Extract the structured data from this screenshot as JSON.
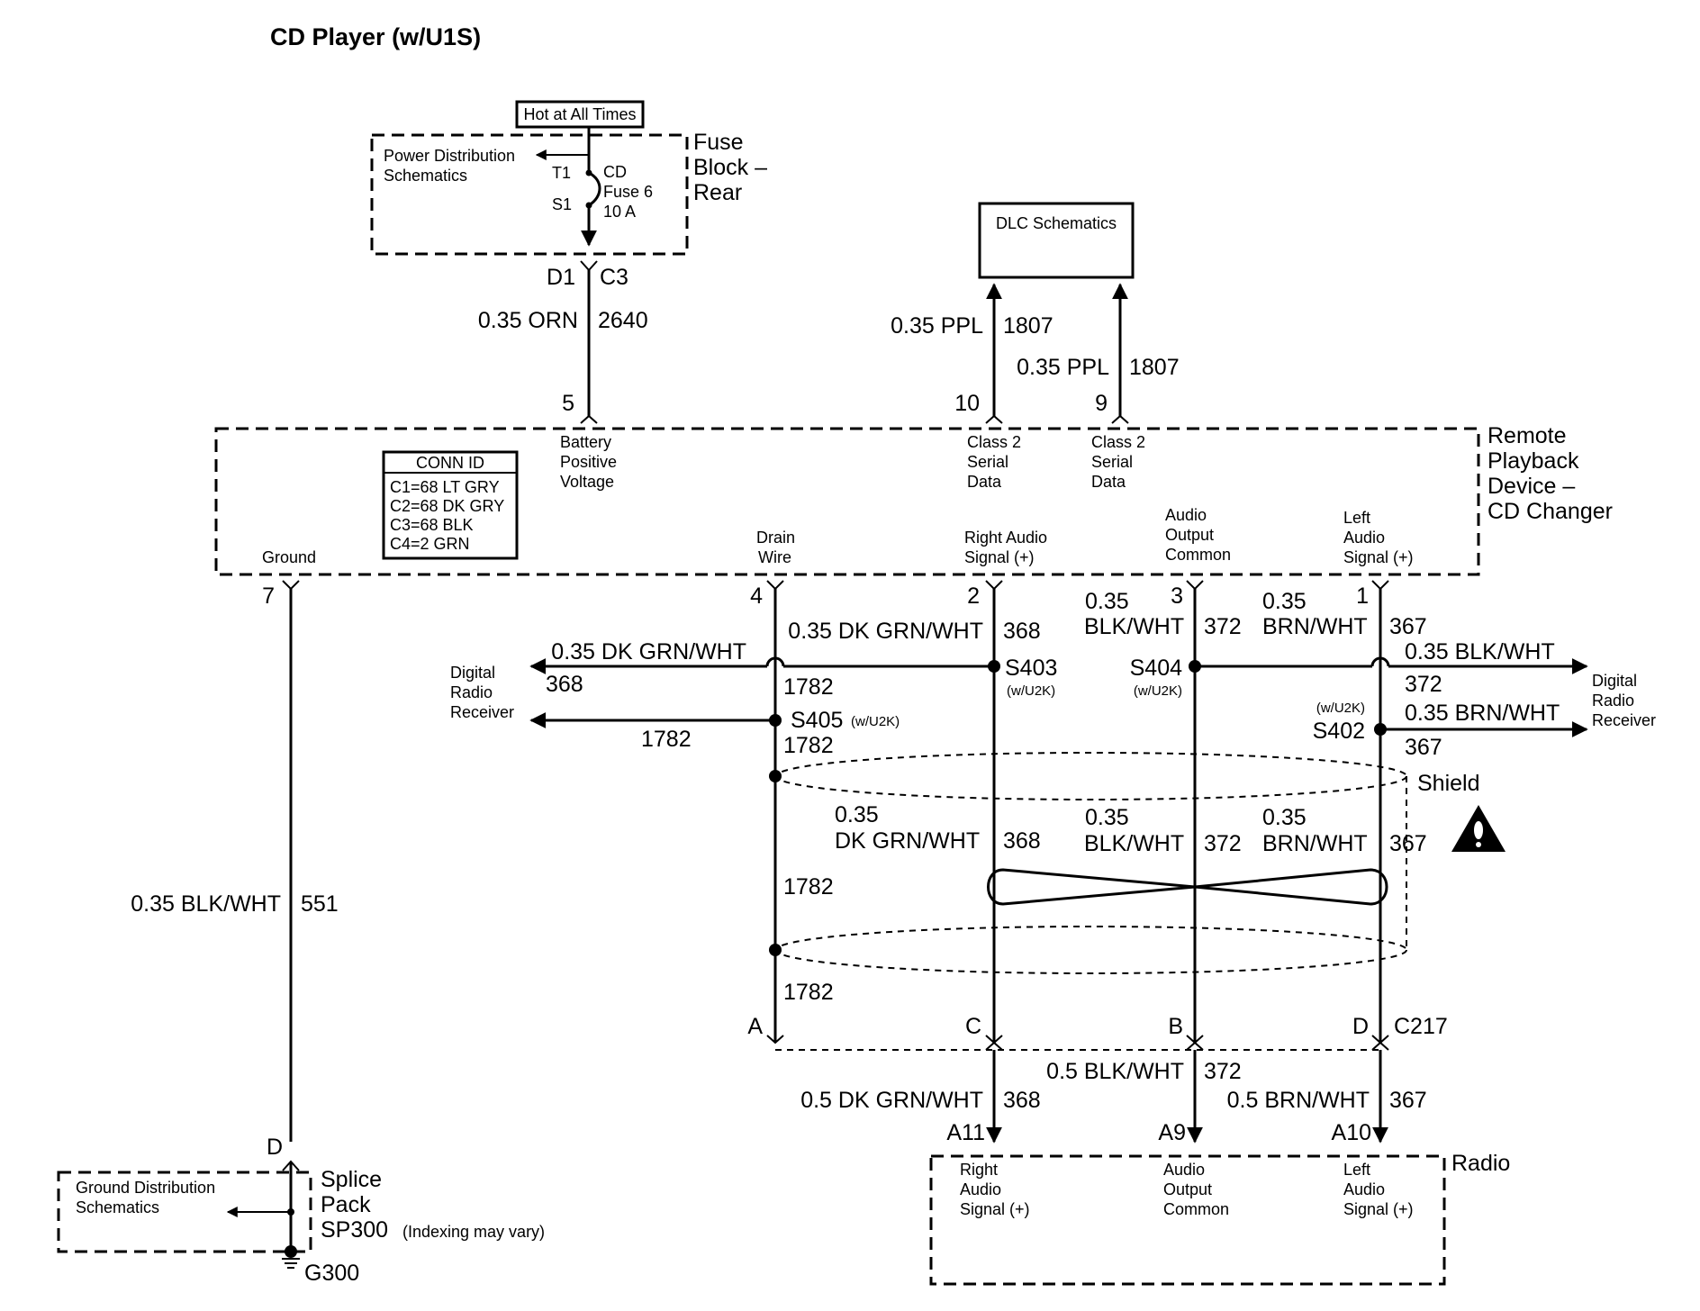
{
  "title": "CD Player (w/U1S)",
  "fuse_block": {
    "hot_label": "Hot at All Times",
    "name_lines": [
      "Fuse",
      "Block –",
      "Rear"
    ],
    "power_dist_lines": [
      "Power Distribution",
      "Schematics"
    ],
    "t1": "T1",
    "s1": "S1",
    "fuse_lines": [
      "CD",
      "Fuse 6",
      "10 A"
    ],
    "d1": "D1",
    "c3": "C3"
  },
  "battery_wire": {
    "gauge_color": "0.35 ORN",
    "circuit": "2640"
  },
  "dlc": {
    "label": "DLC Schematics",
    "wire_10": {
      "gauge_color": "0.35 PPL",
      "circuit": "1807"
    },
    "wire_9": {
      "gauge_color": "0.35 PPL",
      "circuit": "1807"
    }
  },
  "device": {
    "name_lines": [
      "Remote",
      "Playback",
      "Device –",
      "CD Changer"
    ],
    "conn_id": {
      "header": "CONN ID",
      "rows": [
        "C1=68 LT GRY",
        "C2=68 DK GRY",
        "C3=68 BLK",
        "C4=2 GRN"
      ]
    },
    "pins": {
      "p5": {
        "num": "5",
        "label_lines": [
          "Battery",
          "Positive",
          "Voltage"
        ]
      },
      "p10": {
        "num": "10",
        "label_lines": [
          "Class 2",
          "Serial",
          "Data"
        ]
      },
      "p9": {
        "num": "9",
        "label_lines": [
          "Class 2",
          "Serial",
          "Data"
        ]
      },
      "p7": {
        "num": "7",
        "label_lines": [
          "Ground"
        ]
      },
      "p4": {
        "num": "4",
        "label_lines": [
          "Drain",
          "Wire"
        ]
      },
      "p2": {
        "num": "2",
        "label_lines": [
          "Right Audio",
          "Signal (+)"
        ]
      },
      "p3": {
        "num": "3",
        "label_lines": [
          "Audio",
          "Output",
          "Common"
        ]
      },
      "p1": {
        "num": "1",
        "label_lines": [
          "Left",
          "Audio",
          "Signal (+)"
        ]
      }
    }
  },
  "ground_wire": {
    "gauge_color": "0.35 BLK/WHT",
    "circuit": "551"
  },
  "upper_wires": {
    "w368": {
      "gauge_color": "0.35 DK GRN/WHT",
      "circuit": "368"
    },
    "w372": {
      "gauge_lines": [
        "0.35",
        "BLK/WHT"
      ],
      "circuit": "372"
    },
    "w367": {
      "gauge_lines": [
        "0.35",
        "BRN/WHT"
      ],
      "circuit": "367"
    },
    "drain_circuit": "1782"
  },
  "splices": {
    "s403": {
      "name": "S403",
      "note": "(w/U2K)"
    },
    "s404": {
      "name": "S404",
      "note": "(w/U2K)"
    },
    "s405": {
      "name": "S405",
      "note": "(w/U2K)"
    },
    "s402": {
      "name": "S402",
      "note": "(w/U2K)"
    }
  },
  "left_branches": {
    "receiver_lines": [
      "Digital",
      "Radio",
      "Receiver"
    ],
    "b368": {
      "gauge_color": "0.35 DK GRN/WHT",
      "circuit": "368"
    },
    "b1782": {
      "circuit": "1782"
    }
  },
  "right_branches": {
    "receiver_lines": [
      "Digital",
      "Radio",
      "Receiver"
    ],
    "b372": {
      "gauge_color": "0.35 BLK/WHT",
      "circuit": "372"
    },
    "b367": {
      "gauge_color": "0.35 BRN/WHT",
      "circuit": "367"
    }
  },
  "shield": {
    "label": "Shield",
    "drain_circuit": "1782",
    "w368": {
      "gauge_lines": [
        "0.35",
        "DK GRN/WHT"
      ],
      "circuit": "368"
    },
    "w372": {
      "gauge_lines": [
        "0.35",
        "BLK/WHT"
      ],
      "circuit": "372"
    },
    "w367": {
      "gauge_lines": [
        "0.35",
        "BRN/WHT"
      ],
      "circuit": "367"
    },
    "drain_lower": "1782",
    "drain_bottom": "1782"
  },
  "c217": {
    "name": "C217",
    "a": "A",
    "c": "C",
    "b": "B",
    "d": "D"
  },
  "radio_wires": {
    "w368": {
      "gauge_color": "0.5 DK GRN/WHT",
      "circuit": "368"
    },
    "w372": {
      "gauge_color": "0.5 BLK/WHT",
      "circuit": "372"
    },
    "w367": {
      "gauge_color": "0.5 BRN/WHT",
      "circuit": "367"
    }
  },
  "radio": {
    "name": "Radio",
    "a11": "A11",
    "a9": "A9",
    "a10": "A10",
    "right_lines": [
      "Right",
      "Audio",
      "Signal (+)"
    ],
    "common_lines": [
      "Audio",
      "Output",
      "Common"
    ],
    "left_lines": [
      "Left",
      "Audio",
      "Signal (+)"
    ]
  },
  "ground_splice": {
    "pin": "D",
    "name_lines": [
      "Splice",
      "Pack",
      "SP300"
    ],
    "index_note": "(Indexing may vary)",
    "ground_dist_lines": [
      "Ground Distribution",
      "Schematics"
    ],
    "ground_id": "G300"
  }
}
